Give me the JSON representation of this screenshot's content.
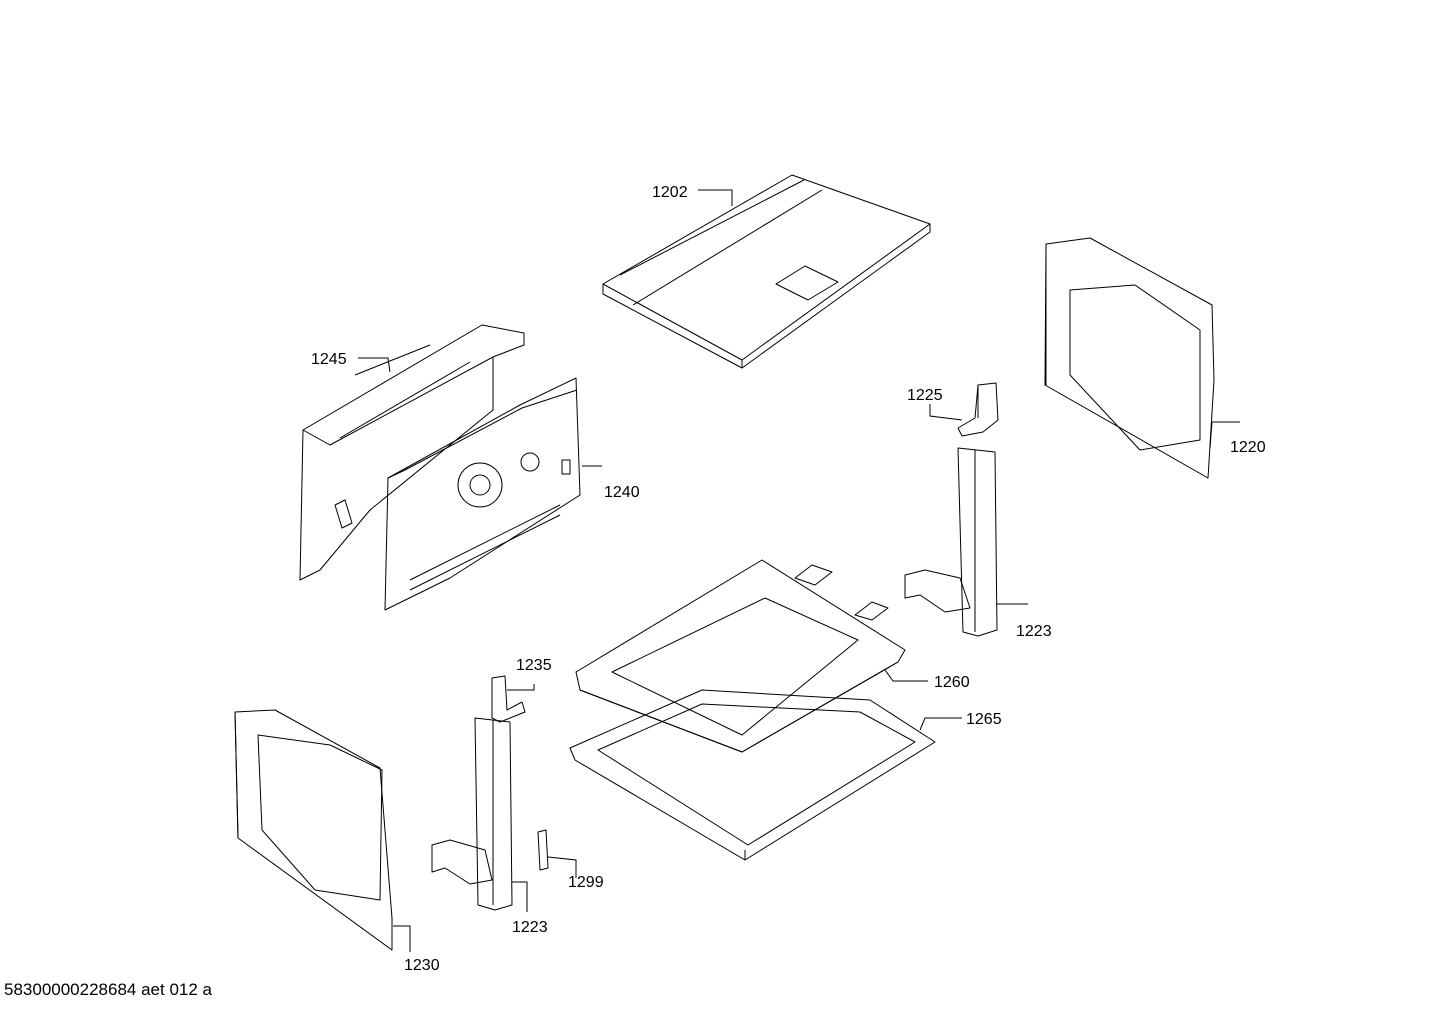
{
  "labels": {
    "p1202": "1202",
    "p1245": "1245",
    "p1240": "1240",
    "p1225": "1225",
    "p1220": "1220",
    "p1223a": "1223",
    "p1260": "1260",
    "p1235": "1235",
    "p1265": "1265",
    "p1230": "1230",
    "p1299": "1299",
    "p1223b": "1223"
  },
  "footer": "58300000228684 aet 012 a"
}
